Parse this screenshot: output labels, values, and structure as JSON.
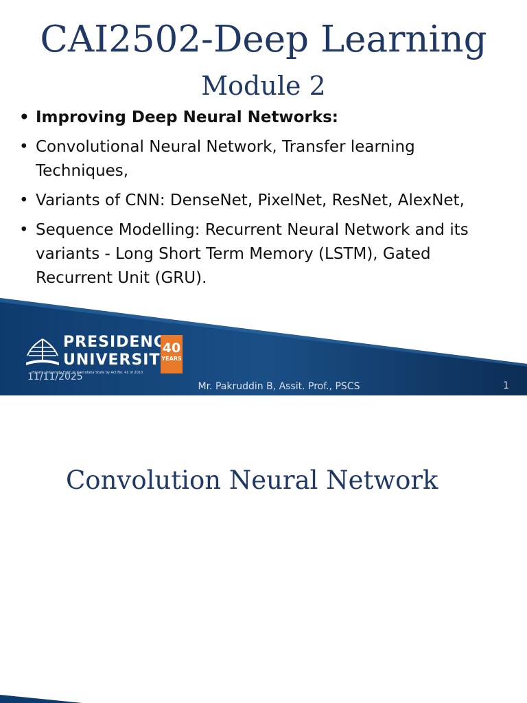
{
  "slide1": {
    "title": "CAI2502-Deep Learning",
    "subtitle": "Module 2",
    "bullets": [
      "Improving Deep Neural Networks:",
      "Convolutional Neural Network, Transfer learning Techniques,",
      "Variants of CNN: DenseNet, PixelNet, ResNet, AlexNet,",
      "Sequence Modelling: Recurrent Neural Network and its variants - Long Short Term Memory (LSTM), Gated Recurrent Unit (GRU)."
    ],
    "logo": {
      "word1": "PRESIDENCY",
      "word2": "UNIVERSITY",
      "badge_number": "40",
      "badge_text": "YEARS",
      "subtext": "Private University Estd. in Karnataka State by Act No. 41 of 2013"
    },
    "footer": {
      "date": "11/11/2025",
      "presenter": "Mr. Pakruddin B, Assit. Prof., PSCS",
      "page": "1"
    }
  },
  "slide2": {
    "title": "Convolution Neural Network"
  },
  "colors": {
    "title_blue": "#1f3864",
    "band_dark": "#0d2a4f",
    "band_light": "#1f5a96",
    "badge_orange": "#e8782a"
  }
}
